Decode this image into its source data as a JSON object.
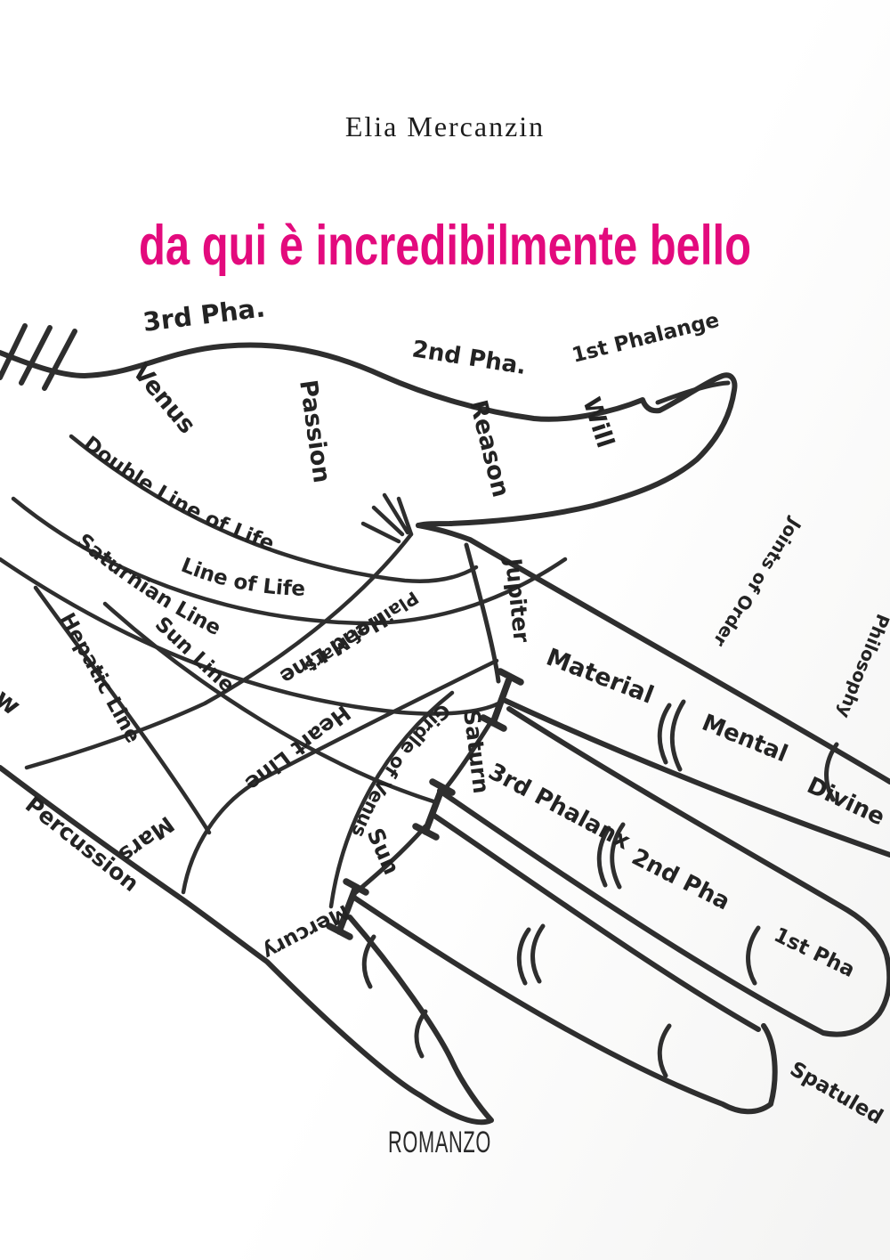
{
  "cover": {
    "author": "Elia Mercanzin",
    "title": "da qui è incredibilmente bello",
    "genre": "ROMANZO",
    "title_color": "#e30a7d",
    "ink_color": "#2e2e2e"
  },
  "diagram": {
    "thumb_labels": {
      "third_pha": "3rd Pha.",
      "second_pha": "2nd Pha.",
      "first_phalange": "1st Phalange",
      "venus": "Venus",
      "passion": "Passion",
      "reason": "Reason",
      "will": "Will"
    },
    "palm_lines": {
      "double_line_of_life": "Double Line of Life",
      "line_of_life": "Line of Life",
      "saturnian_line": "Saturnian Line",
      "sun_line": "Sun Line",
      "hepatic_line": "Hepatic Line",
      "head_line": "Head Line",
      "heart_line": "Heart Line",
      "girdle_of_venus": "Girdle of Venus",
      "plain_of_mars": "Plain of Mars"
    },
    "mounts": {
      "mars": "Mars",
      "percussion": "Percussion",
      "mercury": "Mercury",
      "sun": "Sun",
      "saturn": "Saturn",
      "jupiter": "Jupiter"
    },
    "finger_labels": {
      "material": "Material",
      "mental": "Mental",
      "divine": "Divine",
      "joints_of_order": "Joints of Order",
      "philosophy": "Philosophy",
      "third_phalanx": "3rd Phalanx",
      "second_pha": "2nd Pha",
      "first_pha": "1st Pha",
      "spatuled": "Spatuled"
    },
    "edge_fragment": "w"
  }
}
